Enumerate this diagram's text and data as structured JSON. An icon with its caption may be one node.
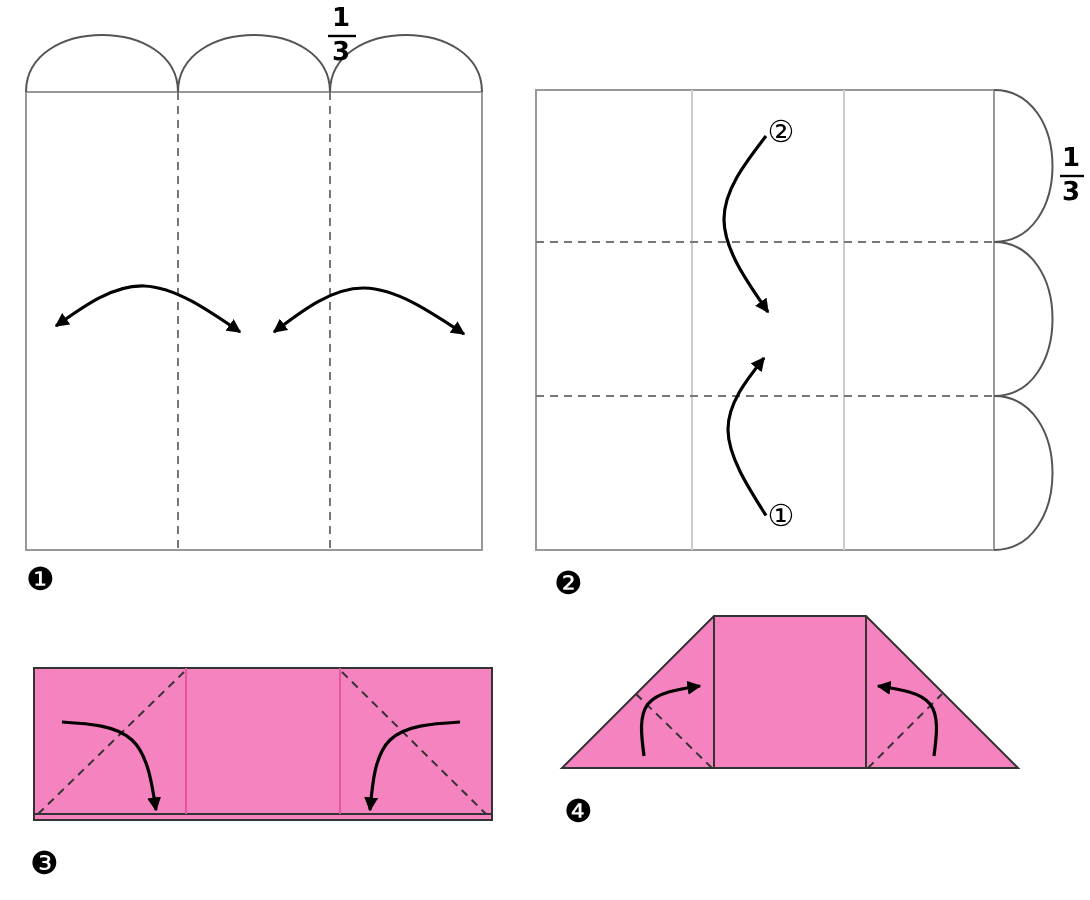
{
  "diagram": {
    "nodes": [
      {
        "text": [
          "②"
        ]
      },
      {
        "text": [
          "①"
        ]
      }
    ],
    "edges": [
      {
        "from": 0,
        "to": null,
        "arrow": "to"
      },
      {
        "from": 1,
        "to": null,
        "arrow": "to"
      }
    ],
    "labels": [
      "1",
      "3",
      "1",
      "3",
      "❶",
      "❷",
      "❹",
      "❸"
    ]
  }
}
